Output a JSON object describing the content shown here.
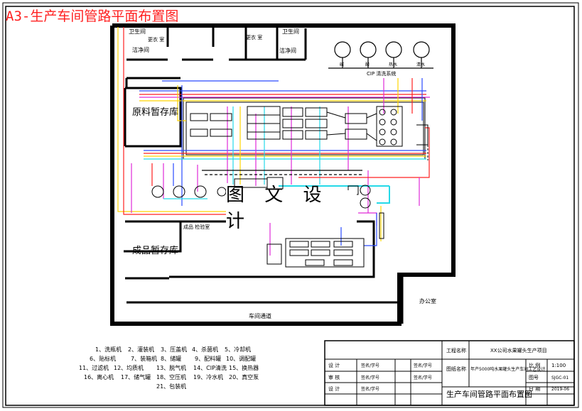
{
  "header": {
    "title": "A3-生产车间管路平面布置图"
  },
  "watermark": "图 文 设 计",
  "rooms": {
    "washroom": "卫生间",
    "locker_left": "更衣 室",
    "locker_right": "更衣 室",
    "washroom_right": "卫生间",
    "clean_left": "洁净间",
    "clean_right": "洁净间",
    "raw_store": "原料暂存库",
    "product_store": "成品暂存库",
    "product_check": "成品 检验室",
    "office": "办公室",
    "corridor": "车间通道",
    "cip_station": "CIP 清洗系统"
  },
  "tanks": [
    "碱",
    "酸",
    "热水",
    "清水"
  ],
  "legend": [
    "1、洗瓶机",
    "2、灌装机",
    "3、压盖机",
    "4、杀菌机",
    "5、冷却机",
    "6、贴标机",
    "7、装箱机",
    "8、储罐",
    "9、配料罐",
    "10、调配罐",
    "11、过滤机",
    "12、均质机",
    "13、脱气机",
    "14、CIP清洗",
    "15、换热器",
    "16、离心机",
    "17、储气罐",
    "18、空压机",
    "19、冷水机",
    "20、真空泵",
    "21、包装机"
  ],
  "title_block": {
    "project_label": "工程名称",
    "project": "XX公司水果罐头生产项目",
    "drawing_label": "图纸名称",
    "drawing_desc": "年产5000吨水果罐头生产车间工艺设计",
    "drawing_title": "生产车间管路平面布置图",
    "rows": [
      {
        "role": "设 计",
        "sig": "签名/学号",
        "check": "签名/学号"
      },
      {
        "role": "审 核",
        "sig": "签名/学号",
        "check": "签名/学号"
      },
      {
        "role": "设 计",
        "sig": "签名/学号",
        "check": ""
      }
    ],
    "scale_label": "比 例",
    "scale": "1:100",
    "no_label": "图号",
    "no": "SJGC-01",
    "sheet_label": "日 期",
    "sheet": "2019-06"
  },
  "colors": {
    "watermark_text": "#000000",
    "header": "#ff1f1f",
    "pipe_yellow": "#ffd400",
    "pipe_red": "#ff2020",
    "pipe_blue": "#2a4bff",
    "pipe_magenta": "#e02ad8",
    "pipe_cyan": "#25d9e8",
    "pipe_green": "#22c24a"
  }
}
